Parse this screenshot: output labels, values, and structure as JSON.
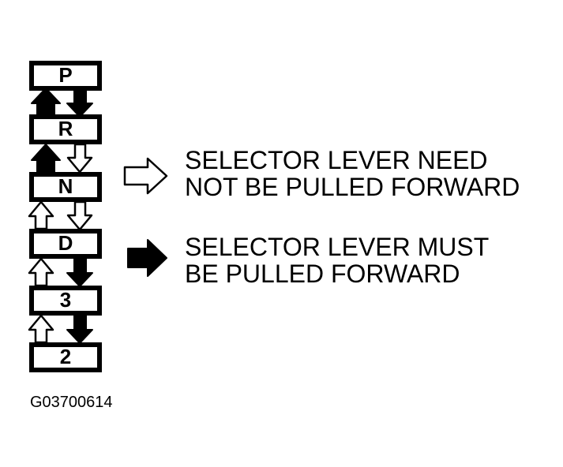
{
  "gears": [
    {
      "label": "P"
    },
    {
      "label": "R"
    },
    {
      "label": "N"
    },
    {
      "label": "D"
    },
    {
      "label": "3"
    },
    {
      "label": "2"
    }
  ],
  "transitions": [
    {
      "from": "R",
      "to": "P",
      "up_arrow": "solid",
      "down_arrow": "solid"
    },
    {
      "from": "N",
      "to": "R",
      "up_arrow": "solid",
      "down_arrow": "hollow"
    },
    {
      "from": "D",
      "to": "N",
      "up_arrow": "hollow",
      "down_arrow": "hollow"
    },
    {
      "from": "3",
      "to": "D",
      "up_arrow": "hollow",
      "down_arrow": "solid"
    },
    {
      "from": "2",
      "to": "3",
      "up_arrow": "hollow",
      "down_arrow": "solid"
    }
  ],
  "legend": {
    "hollow_arrow": {
      "line1": "SELECTOR LEVER NEED",
      "line2": "NOT BE PULLED FORWARD",
      "icon": "hollow-right-arrow"
    },
    "solid_arrow": {
      "line1": "SELECTOR LEVER MUST",
      "line2": "BE PULLED FORWARD",
      "icon": "solid-right-arrow"
    }
  },
  "figure_id": "G03700614",
  "colors": {
    "ink": "#000000",
    "background": "#ffffff"
  }
}
